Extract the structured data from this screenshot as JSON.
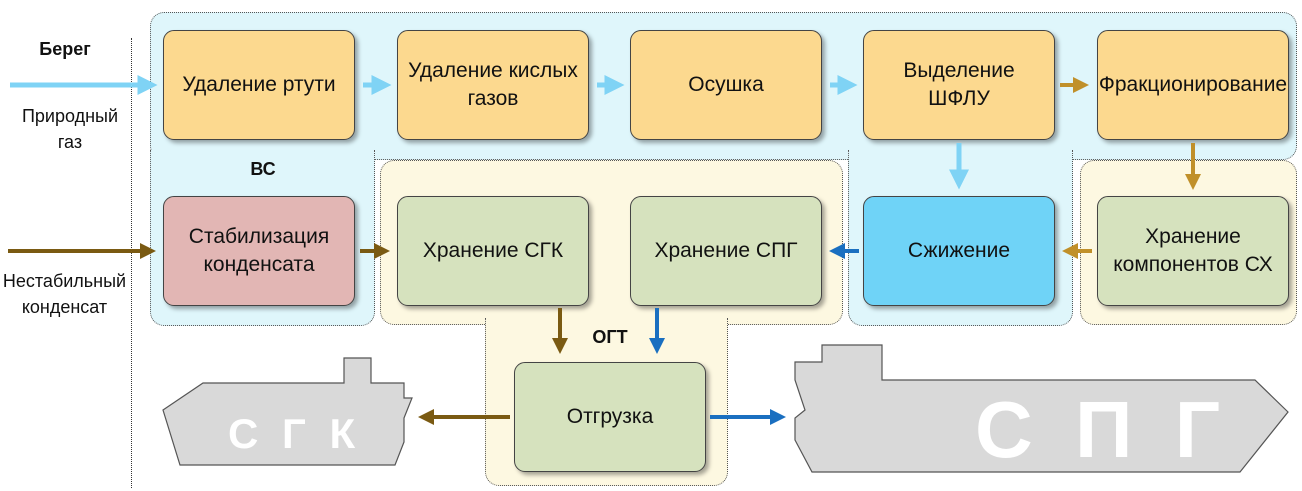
{
  "side_labels": {
    "shore": "Берег",
    "natural_gas": "Природный газ",
    "unstable_condensate": "Нестабильный конденсат"
  },
  "zones": {
    "bs": "ВС",
    "ogt": "ОГТ"
  },
  "blocks": {
    "mercury": "Удаление ртути",
    "acid_gases": "Удаление кислых газов",
    "drying": "Осушка",
    "ngl": "Выделение ШФЛУ",
    "fractionation": "Фракционирование",
    "stabilization": "Стабилизация конденсата",
    "sgk_storage": "Хранение СГК",
    "lng_storage": "Хранение СПГ",
    "liquefaction": "Сжижение",
    "refrigerant_storage": "Хранение компонентов СХ",
    "loading": "Отгрузка"
  },
  "ships": {
    "sgk": "С Г К",
    "lng": "С П Г"
  },
  "colors": {
    "gas_arrow": "#7fd3f5",
    "condensate_arrow": "#7a5a12",
    "fraction_arrow": "#c0902a",
    "lng_arrow": "#1a6fc0",
    "bs_zone": "#dff6fb",
    "ogt_zone": "#fdf8e1"
  }
}
